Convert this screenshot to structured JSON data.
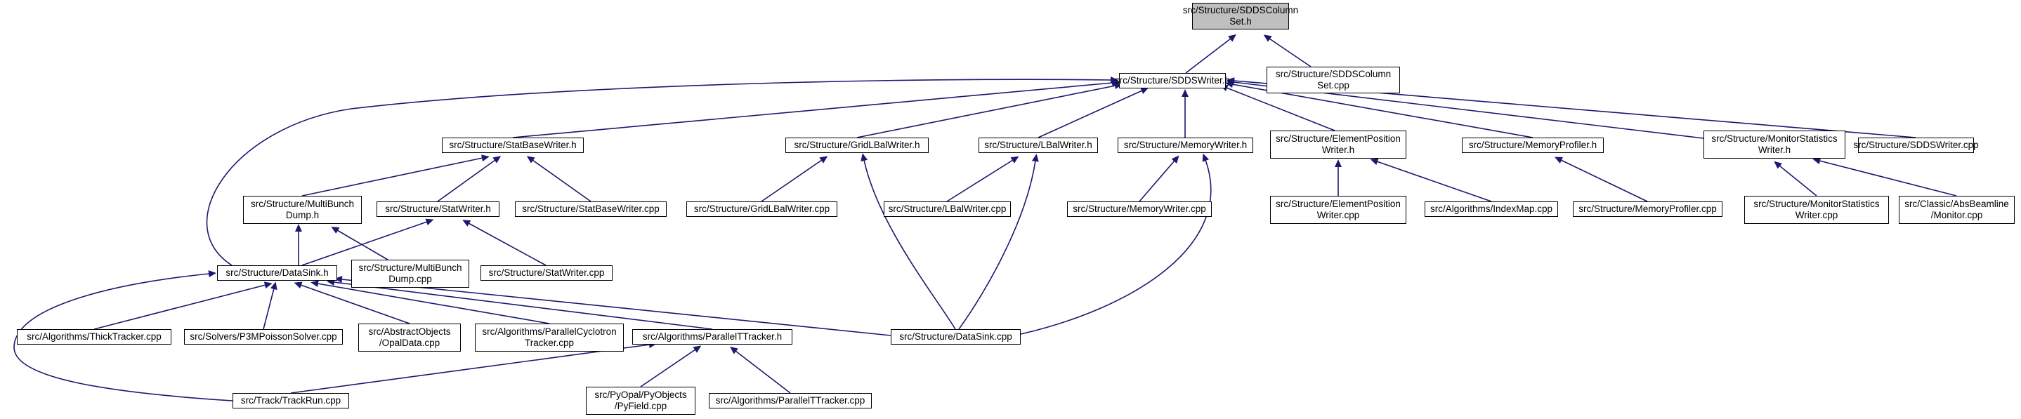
{
  "colors": {
    "edge": "#191970",
    "root_fill": "#bfbfbf",
    "node_fill": "#ffffff",
    "border": "#000000"
  },
  "nodes": {
    "sddscolumnset_h": "src/Structure/SDDSColumn\nSet.h",
    "sddswriter_h": "src/Structure/SDDSWriter.h",
    "sddscolumnset_cpp": "src/Structure/SDDSColumn\nSet.cpp",
    "statbasewriter_h": "src/Structure/StatBaseWriter.h",
    "gridlbalwriter_h": "src/Structure/GridLBalWriter.h",
    "lbalwriter_h": "src/Structure/LBalWriter.h",
    "memorywriter_h": "src/Structure/MemoryWriter.h",
    "elementposition_h": "src/Structure/ElementPosition\nWriter.h",
    "memoryprofiler_h": "src/Structure/MemoryProfiler.h",
    "monitorstatistics_h": "src/Structure/MonitorStatistics\nWriter.h",
    "sddswriter_cpp": "src/Structure/SDDSWriter.cpp",
    "multibunchdump_h": "src/Structure/MultiBunch\nDump.h",
    "statwriter_h": "src/Structure/StatWriter.h",
    "statbasewriter_cpp": "src/Structure/StatBaseWriter.cpp",
    "gridlbalwriter_cpp": "src/Structure/GridLBalWriter.cpp",
    "lbalwriter_cpp": "src/Structure/LBalWriter.cpp",
    "memorywriter_cpp": "src/Structure/MemoryWriter.cpp",
    "elementposition_cpp": "src/Structure/ElementPosition\nWriter.cpp",
    "indexmap_cpp": "src/Algorithms/IndexMap.cpp",
    "memoryprofiler_cpp": "src/Structure/MemoryProfiler.cpp",
    "monitorstatistics_cpp": "src/Structure/MonitorStatistics\nWriter.cpp",
    "monitor_cpp": "src/Classic/AbsBeamline\n/Monitor.cpp",
    "datasink_h": "src/Structure/DataSink.h",
    "multibunchdump_cpp": "src/Structure/MultiBunch\nDump.cpp",
    "statwriter_cpp": "src/Structure/StatWriter.cpp",
    "thicktracker_cpp": "src/Algorithms/ThickTracker.cpp",
    "p3mpoissonsolver_cpp": "src/Solvers/P3MPoissonSolver.cpp",
    "opaldata_cpp": "src/AbstractObjects\n/OpalData.cpp",
    "parallelcyclotron_cpp": "src/Algorithms/ParallelCyclotron\nTracker.cpp",
    "paralleltttracker_h": "src/Algorithms/ParallelTTracker.h",
    "datasink_cpp": "src/Structure/DataSink.cpp",
    "trackrun_cpp": "src/Track/TrackRun.cpp",
    "pyfield_cpp": "src/PyOpal/PyObjects\n/PyField.cpp",
    "paralleltttracker_cpp": "src/Algorithms/ParallelTTracker.cpp"
  }
}
